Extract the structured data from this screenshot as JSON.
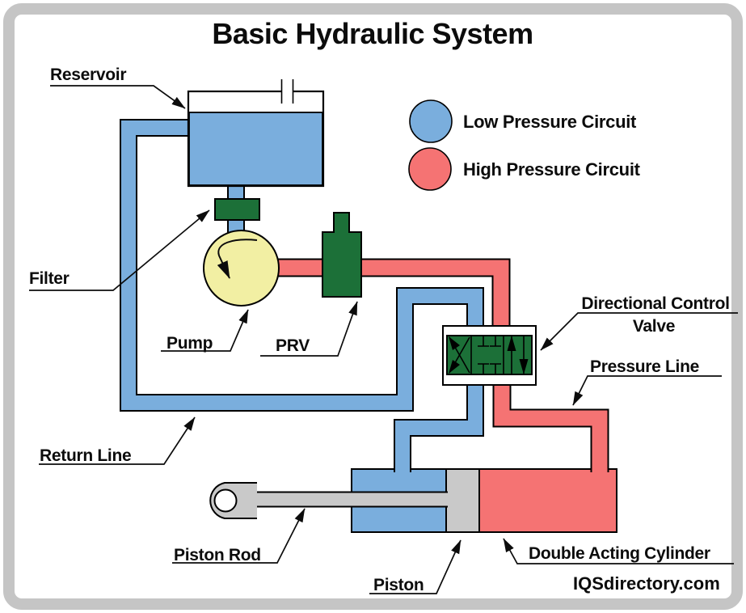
{
  "title": "Basic Hydraulic System",
  "legend": {
    "low_pressure": {
      "label": "Low Pressure Circuit",
      "color": "#7aaedd"
    },
    "high_pressure": {
      "label": "High Pressure Circuit",
      "color": "#f57373"
    }
  },
  "labels": {
    "reservoir": "Reservoir",
    "filter": "Filter",
    "pump": "Pump",
    "prv": "PRV",
    "directional_control_valve_line1": "Directional Control",
    "directional_control_valve_line2": "Valve",
    "pressure_line": "Pressure Line",
    "return_line": "Return Line",
    "piston_rod": "Piston Rod",
    "piston": "Piston",
    "double_acting_cylinder": "Double Acting Cylinder"
  },
  "credit": "IQSdirectory.com",
  "colors": {
    "low_pressure_blue": "#7aaedd",
    "high_pressure_red": "#f57373",
    "component_green": "#1c7038",
    "pump_yellow": "#f2efa3",
    "metal_gray": "#c9c9c9",
    "outline_black": "#000000",
    "frame_gray": "#c5c5c5",
    "reservoir_white": "#ffffff"
  }
}
